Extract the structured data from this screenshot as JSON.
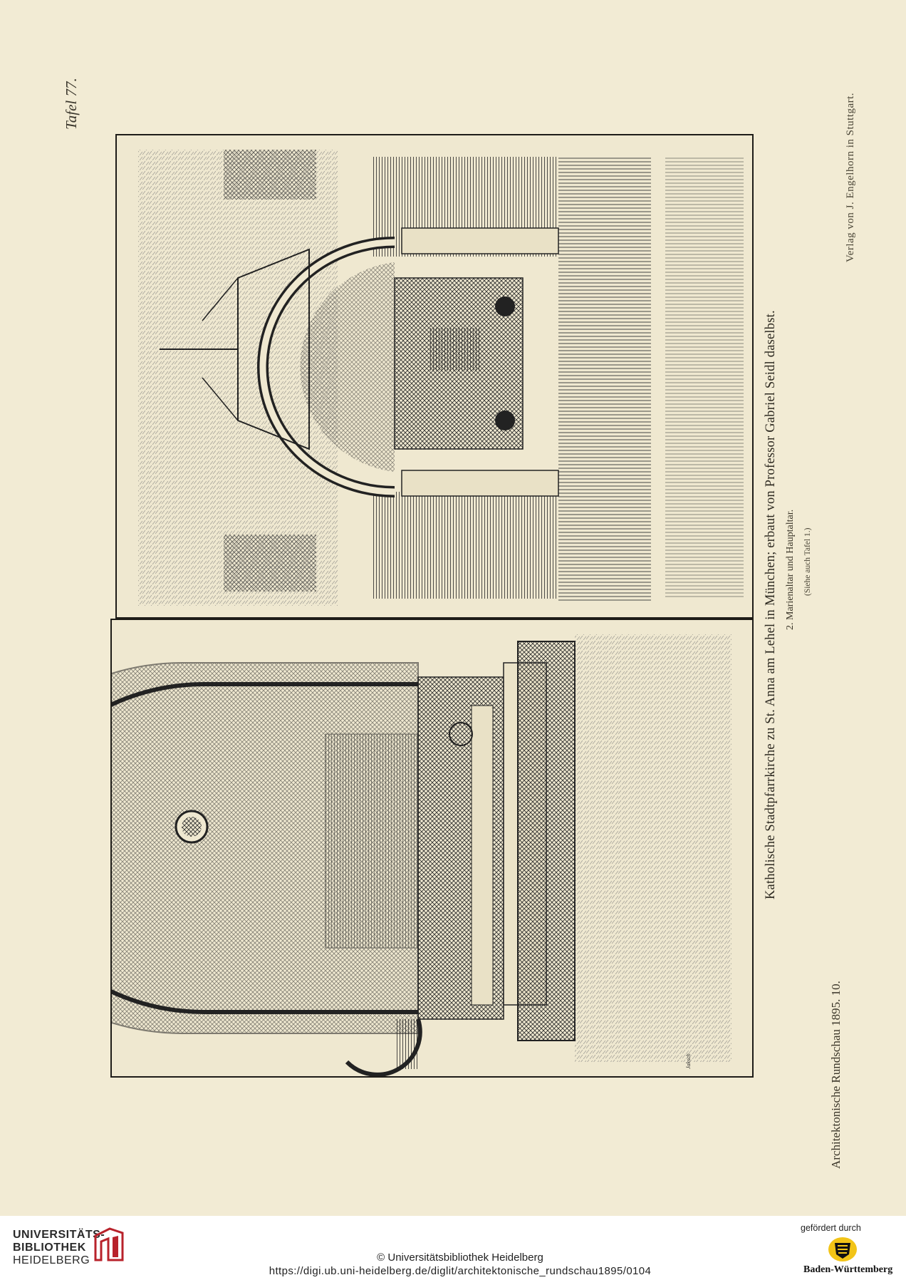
{
  "plate": {
    "number": "Tafel 77.",
    "publisher": "Verlag von J. Engelhorn in Stuttgart.",
    "caption_main": "Katholische Stadtpfarrkirche zu St. Anna am Lehel in München; erbaut von Professor Gabriel Seidl daselbst.",
    "caption_sub": "2. Marienaltar und Hauptaltar.",
    "caption_note": "(Siehe auch Tafel 1.)",
    "journal": "Architektonische Rundschau 1895. 10."
  },
  "illustrations": {
    "top": {
      "name": "Hauptaltar"
    },
    "bottom": {
      "name": "Marienaltar",
      "signature": "Jaksch"
    }
  },
  "footer": {
    "library_line1": "UNIVERSITÄTS-",
    "library_line2": "BIBLIOTHEK",
    "library_line3": "HEIDELBERG",
    "copyright": "© Universitätsbibliothek Heidelberg",
    "url": "https://digi.ub.uni-heidelberg.de/diglit/architektonische_rundschau1895/0104",
    "funded_by": "gefördert durch",
    "funder": "Baden-Württemberg"
  },
  "colors": {
    "paper": "#f2ebd4",
    "ink": "#1e1c18",
    "logo_red": "#b8222b",
    "emblem_yellow": "#f2c417"
  }
}
